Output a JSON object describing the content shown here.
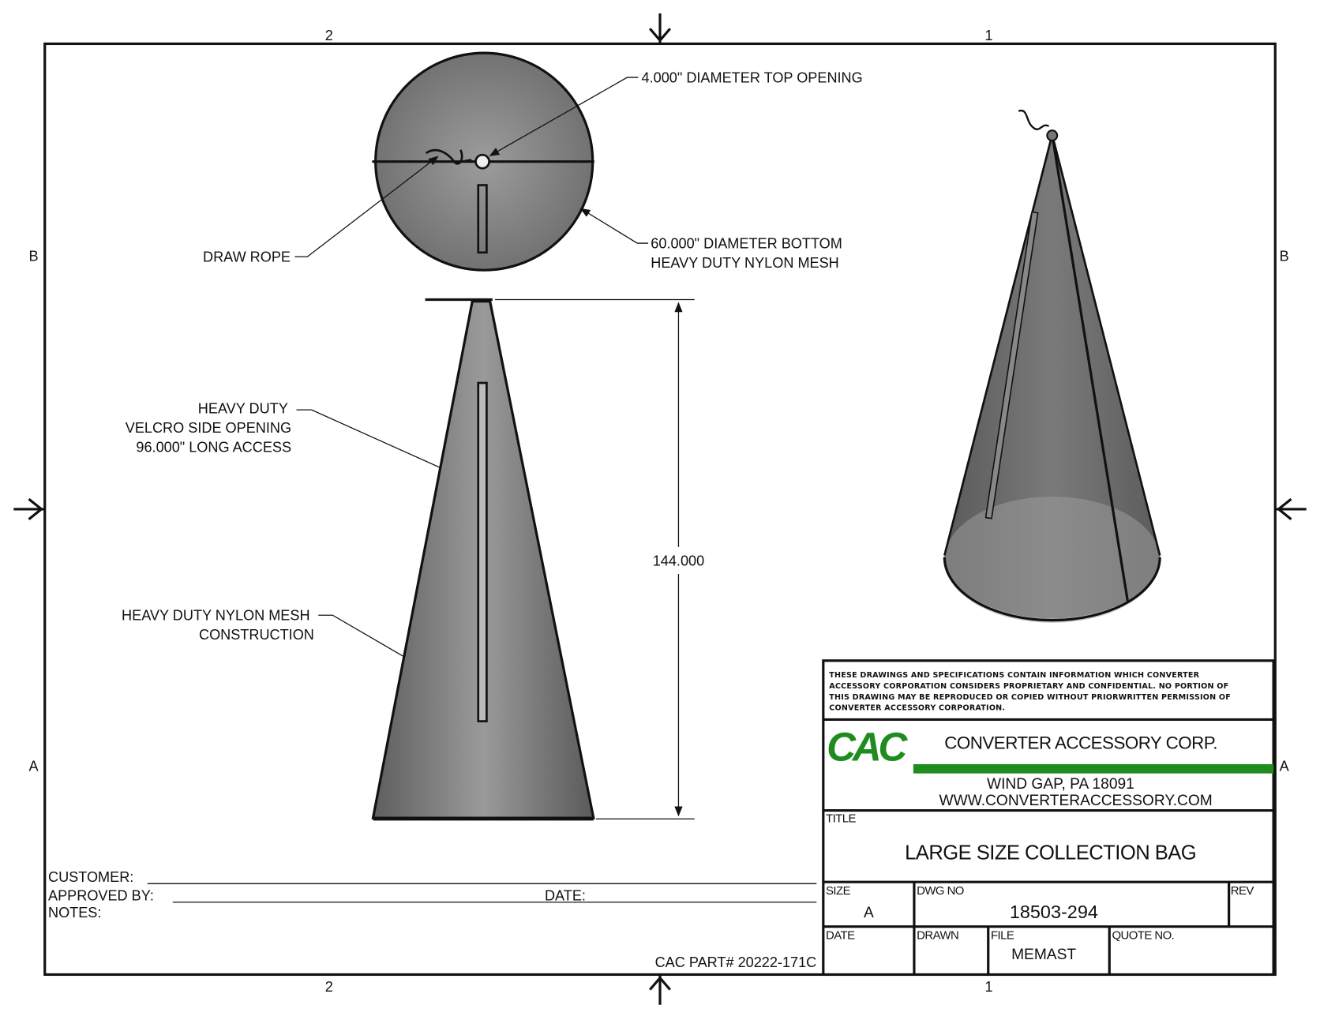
{
  "zones": {
    "top": [
      "2",
      "1"
    ],
    "bottom": [
      "2",
      "1"
    ],
    "left": [
      "B",
      "A"
    ],
    "right": [
      "B",
      "A"
    ]
  },
  "callouts": {
    "top_opening": "4.000\" DIAMETER TOP OPENING",
    "draw_rope": "DRAW ROPE",
    "bottom_line1": "60.000\" DIAMETER BOTTOM",
    "bottom_line2": "HEAVY DUTY NYLON MESH",
    "velcro_line1": "HEAVY DUTY",
    "velcro_line2": "VELCRO SIDE OPENING",
    "velcro_line3": "96.000\" LONG ACCESS",
    "mesh_line1": "HEAVY DUTY  NYLON MESH",
    "mesh_line2": "CONSTRUCTION",
    "height_dim": "144.000"
  },
  "approval": {
    "customer": "CUSTOMER:",
    "approved_by": "APPROVED BY:",
    "date": "DATE:",
    "notes": "NOTES:",
    "part": "CAC PART# 20222-171C"
  },
  "title_block": {
    "notice": [
      "THESE DRAWINGS AND SPECIFICATIONS CONTAIN INFORMATION WHICH CONVERTER",
      "ACCESSORY CORPORATION CONSIDERS PROPRIETARY AND CONFIDENTIAL.  NO PORTION OF",
      "THIS DRAWING MAY BE REPRODUCED OR COPIED WITHOUT PRIORWRITTEN PERMISSION OF",
      "CONVERTER ACCESSORY CORPORATION."
    ],
    "logo_text": "CAC",
    "company": "CONVERTER ACCESSORY CORP.",
    "address": "WIND GAP, PA 18091",
    "website": "WWW.CONVERTERACCESSORY.COM",
    "title_label": "TITLE",
    "title": "LARGE SIZE COLLECTION BAG",
    "size_label": "SIZE",
    "size": "A",
    "dwg_label": "DWG NO",
    "dwg_no": "18503-294",
    "rev_label": "REV",
    "date_label": "DATE",
    "drawn_label": "DRAWN",
    "file_label": "FILE",
    "file": "MEMAST",
    "quote_label": "QUOTE NO."
  },
  "colors": {
    "brand_green": "#1e8c1e",
    "mesh_gray": "#7a7a7a"
  }
}
